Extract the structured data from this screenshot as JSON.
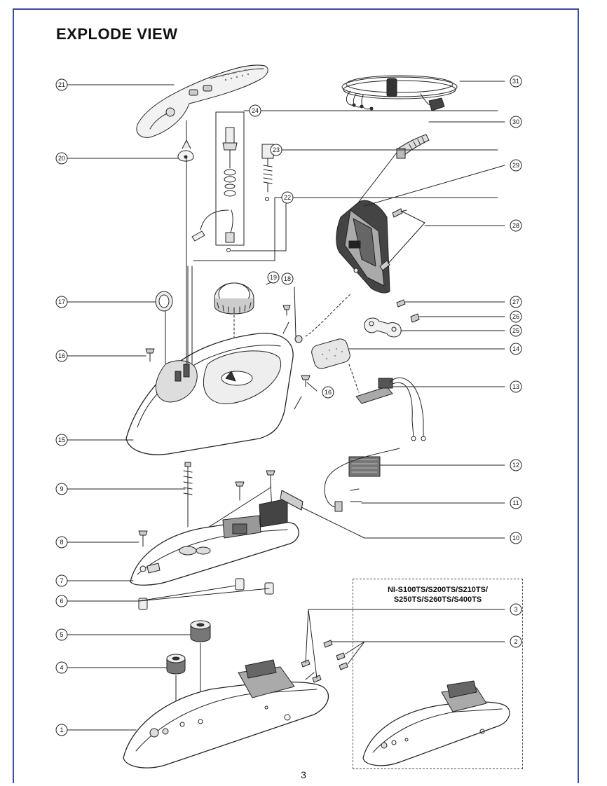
{
  "title": "EXPLODE VIEW",
  "page_number": "3",
  "inset_label": "NI-S100TS/S200TS/S210TS/\nS250TS/S260TS/S400TS",
  "line_color": "#222222",
  "frame_color": "#3b4fa0",
  "callouts": [
    "1",
    "2",
    "3",
    "4",
    "5",
    "6",
    "7",
    "8",
    "9",
    "10",
    "11",
    "12",
    "13",
    "14",
    "15",
    "16",
    "16",
    "17",
    "18",
    "19",
    "20",
    "21",
    "22",
    "23",
    "24",
    "25",
    "26",
    "27",
    "28",
    "29",
    "30",
    "31"
  ]
}
